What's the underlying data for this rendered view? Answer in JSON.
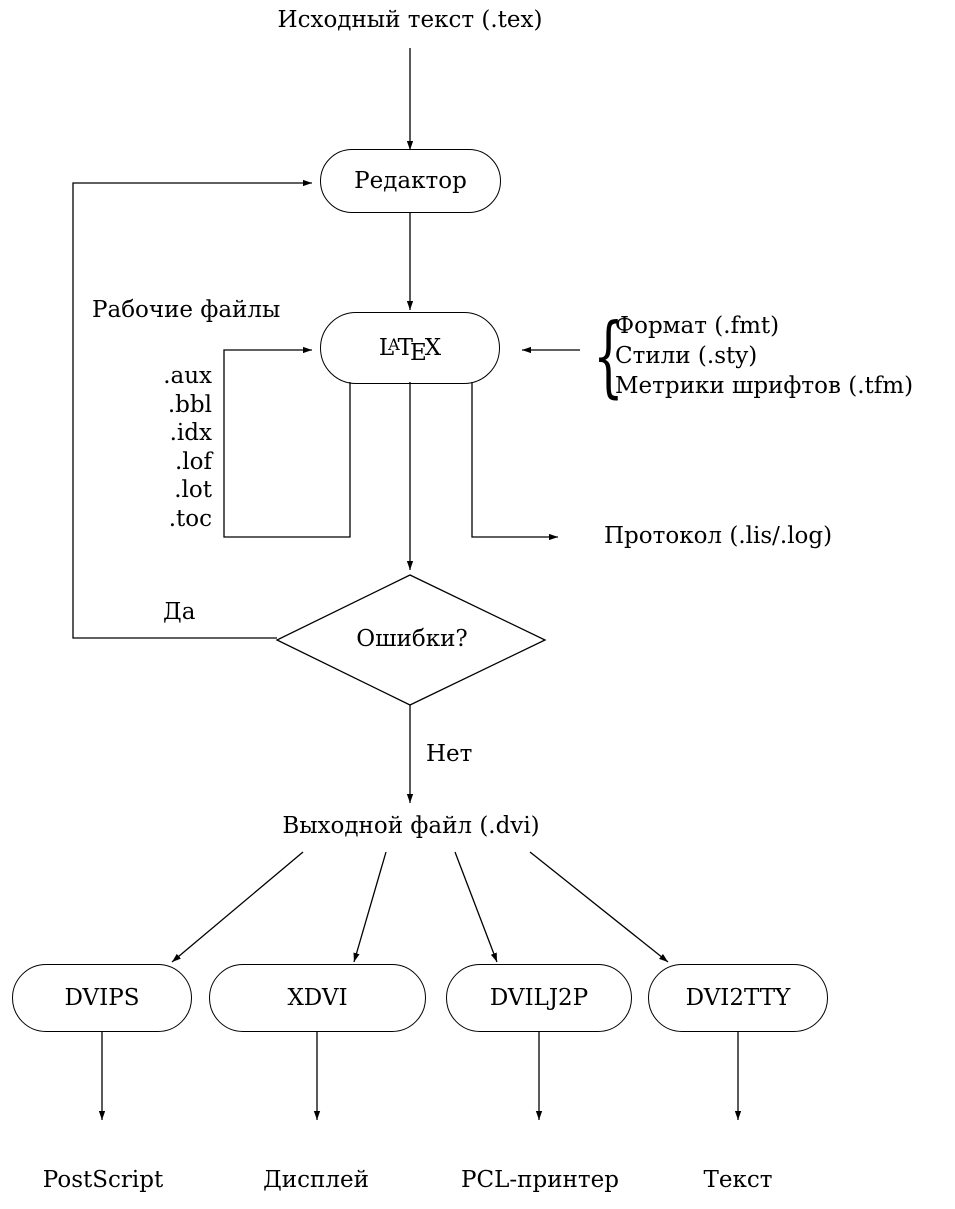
{
  "source": "Исходный текст (.tex)",
  "editor": "Редактор",
  "latex": {
    "l": "L",
    "a": "A",
    "t": "T",
    "e": "E",
    "x": "X"
  },
  "work_files_title": "Рабочие файлы",
  "work_files": [
    ".aux",
    ".bbl",
    ".idx",
    ".lof",
    ".lot",
    ".toc"
  ],
  "inputs": [
    "Формат (.fmt)",
    "Стили (.sty)",
    "Метрики шрифтов (.tfm)"
  ],
  "protocol": "Протокол (.lis/.log)",
  "decision": "Ошибки?",
  "yes": "Да",
  "no": "Нет",
  "output": "Выходной файл (.dvi)",
  "drivers": [
    "DVIPS",
    "XDVI",
    "DVILJ2P",
    "DVI2TTY"
  ],
  "targets": [
    "PostScript",
    "Дисплей",
    "PCL-принтер",
    "Текст"
  ]
}
